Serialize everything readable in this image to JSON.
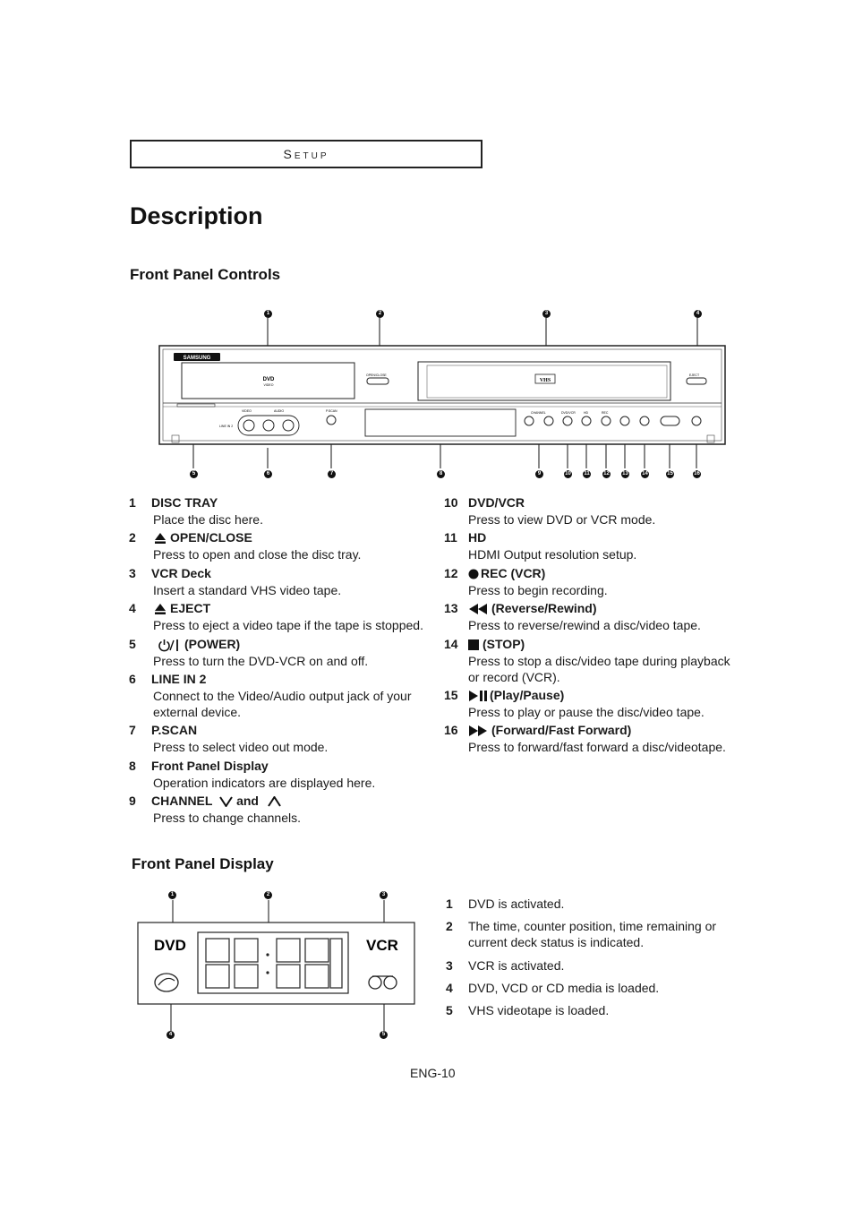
{
  "header": {
    "section": "Setup"
  },
  "title": "Description",
  "front_panel_controls": {
    "heading": "Front Panel Controls",
    "device": {
      "brand": "SAMSUNG",
      "dvd_label": "DVD",
      "dvd_sub": "VIDEO",
      "vhs_label": "VHS",
      "open_close_label": "OPEN/CLOSE",
      "eject_label": "EJECT",
      "line_in_label": "LINE IN 2",
      "video_label": "VIDEO",
      "audio_label": "AUDIO",
      "pscan_label": "P.SCAN",
      "channel_label": "CHANNEL",
      "dvdvcr_label": "DVD/VCR",
      "hd_label": "HD",
      "rec_label": "REC"
    },
    "callouts_top": [
      "1",
      "2",
      "3",
      "4"
    ],
    "callouts_bottom": [
      "5",
      "6",
      "7",
      "8",
      "9",
      "10",
      "11",
      "12",
      "13",
      "14",
      "15",
      "16"
    ],
    "items_left": [
      {
        "num": "1",
        "title": "DISC TRAY",
        "desc": "Place the disc here."
      },
      {
        "num": "2",
        "title": "OPEN/CLOSE",
        "desc": "Press to open and close the disc tray.",
        "icon": "eject-icon"
      },
      {
        "num": "3",
        "title": "VCR Deck",
        "desc": "Insert a standard VHS video tape."
      },
      {
        "num": "4",
        "title": "EJECT",
        "desc": "Press to eject a video tape if the tape is stopped.",
        "icon": "eject-icon"
      },
      {
        "num": "5",
        "title": "(POWER)",
        "desc": "Press to turn the DVD-VCR on and off.",
        "icon": "power-icon"
      },
      {
        "num": "6",
        "title": "LINE IN 2",
        "desc": "Connect to the Video/Audio output jack of your external device."
      },
      {
        "num": "7",
        "title": "P.SCAN",
        "desc": "Press to select video out mode."
      },
      {
        "num": "8",
        "title": "Front Panel Display",
        "desc": "Operation indicators are displayed here."
      },
      {
        "num": "9",
        "title": "CHANNEL",
        "title_and": "and",
        "desc": "Press to change channels."
      }
    ],
    "items_right": [
      {
        "num": "10",
        "title": "DVD/VCR",
        "desc": "Press to view DVD or VCR mode."
      },
      {
        "num": "11",
        "title": "HD",
        "desc": "HDMI Output resolution setup."
      },
      {
        "num": "12",
        "title": "REC (VCR)",
        "desc": "Press to begin recording.",
        "icon": "record-icon"
      },
      {
        "num": "13",
        "title": "(Reverse/Rewind)",
        "desc": "Press to reverse/rewind a disc/video tape.",
        "icon": "rewind-icon"
      },
      {
        "num": "14",
        "title": "(STOP)",
        "desc": "Press to stop a disc/video tape during playback or record (VCR).",
        "icon": "stop-icon"
      },
      {
        "num": "15",
        "title": "(Play/Pause)",
        "desc": "Press to play or pause the disc/video tape.",
        "icon": "play-pause-icon"
      },
      {
        "num": "16",
        "title": "(Forward/Fast Forward)",
        "desc": "Press to forward/fast forward a disc/videotape.",
        "icon": "fast-forward-icon"
      }
    ]
  },
  "front_panel_display": {
    "heading": "Front Panel Display",
    "dvd_label": "DVD",
    "vcr_label": "VCR",
    "callouts": [
      "1",
      "2",
      "3",
      "4",
      "5"
    ],
    "items": [
      {
        "num": "1",
        "desc": "DVD is activated."
      },
      {
        "num": "2",
        "desc": "The time, counter position, time remaining or current deck status is indicated."
      },
      {
        "num": "3",
        "desc": "VCR is activated."
      },
      {
        "num": "4",
        "desc": "DVD, VCD or CD media is loaded."
      },
      {
        "num": "5",
        "desc": "VHS videotape is loaded."
      }
    ]
  },
  "footer": {
    "page": "ENG-10"
  }
}
